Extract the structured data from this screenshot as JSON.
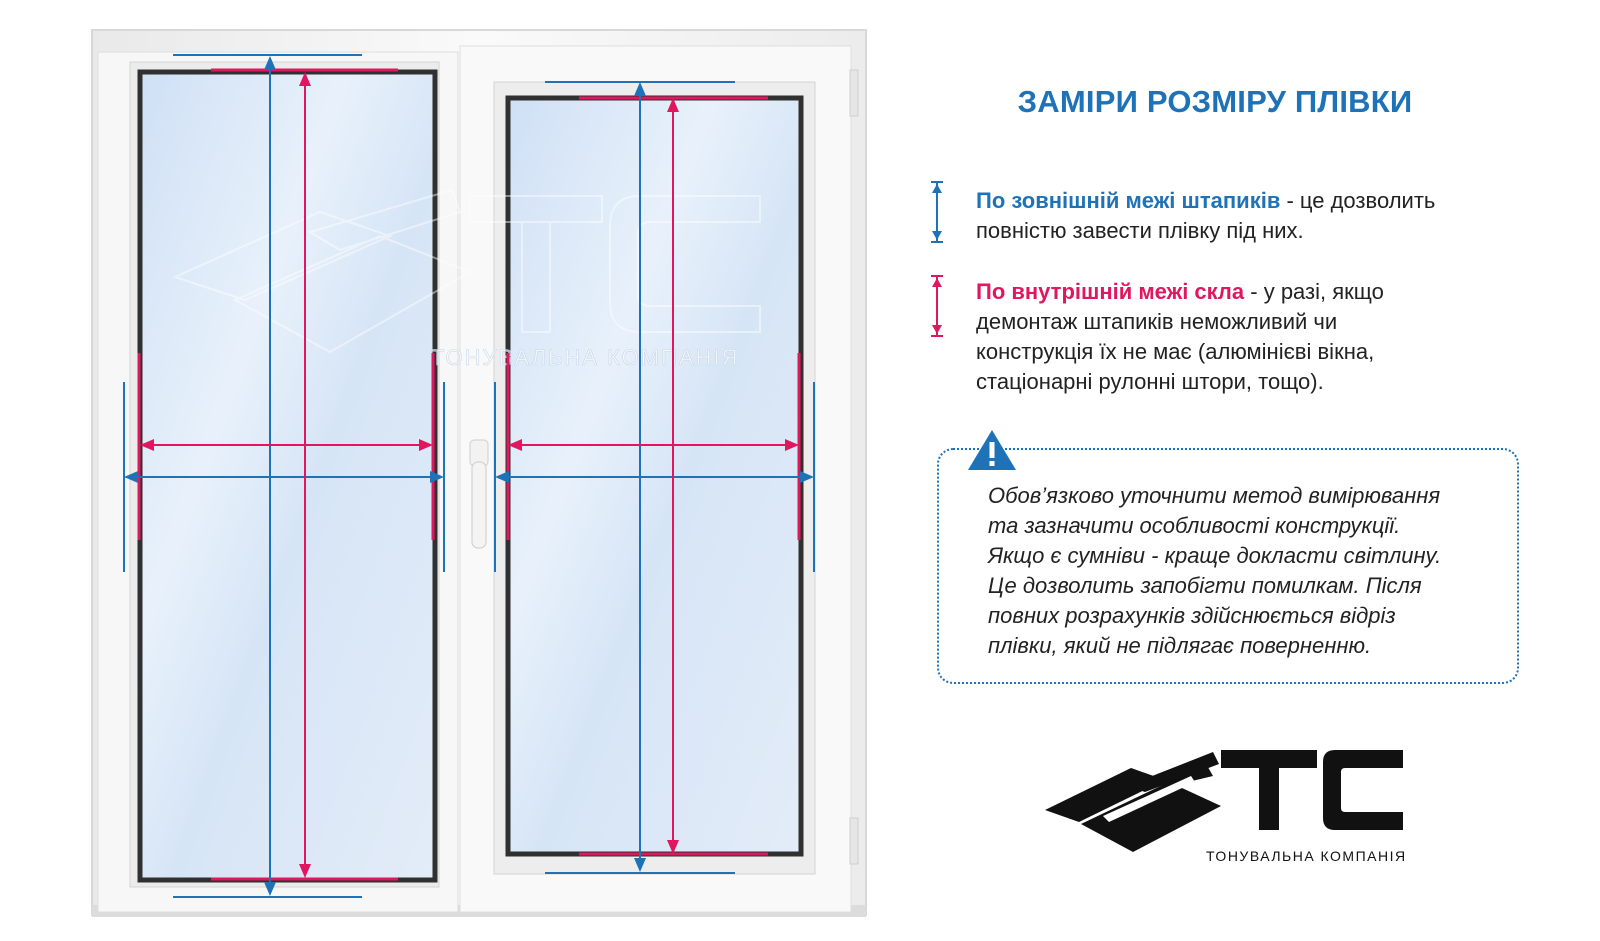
{
  "title": "ЗАМІРИ РОЗМІРУ ПЛІВКИ",
  "colors": {
    "blue": "#1d72b8",
    "magenta": "#e0175f",
    "frame": "#f4f4f4",
    "glass": "#dbe8f7"
  },
  "legend": [
    {
      "icon": "blue-double-arrow-icon",
      "highlight": "По зовнішній межі штапиків",
      "lines": [
        " - це дозволить",
        "повністю завести плівку під них."
      ]
    },
    {
      "icon": "magenta-double-arrow-icon",
      "highlight": "По внутрішній межі скла",
      "lines": [
        " - у разі, якщо",
        "демонтаж штапиків неможливий чи",
        "конструкція їх не має (алюмінієві вікна,",
        "стаціонарні рулонні штори, тощо)."
      ]
    }
  ],
  "note": {
    "icon": "warning-triangle-icon",
    "lines": [
      "Обов’язково уточнити метод вимірювання",
      "та зазначити особливості конструкції.",
      "Якщо є сумніви - краще докласти світлину.",
      "Це дозволить запобігти помилкам. Після",
      "повних розрахунків здійснюється відріз",
      "плівки, який не підлягає поверненню."
    ]
  },
  "logo": {
    "letters": "TC",
    "subtitle": "ТОНУВАЛЬНА КОМПАНІЯ"
  },
  "watermark": {
    "letters": "TC",
    "subtitle": "ТОНУВАЛЬНА КОМПАНІЯ"
  }
}
